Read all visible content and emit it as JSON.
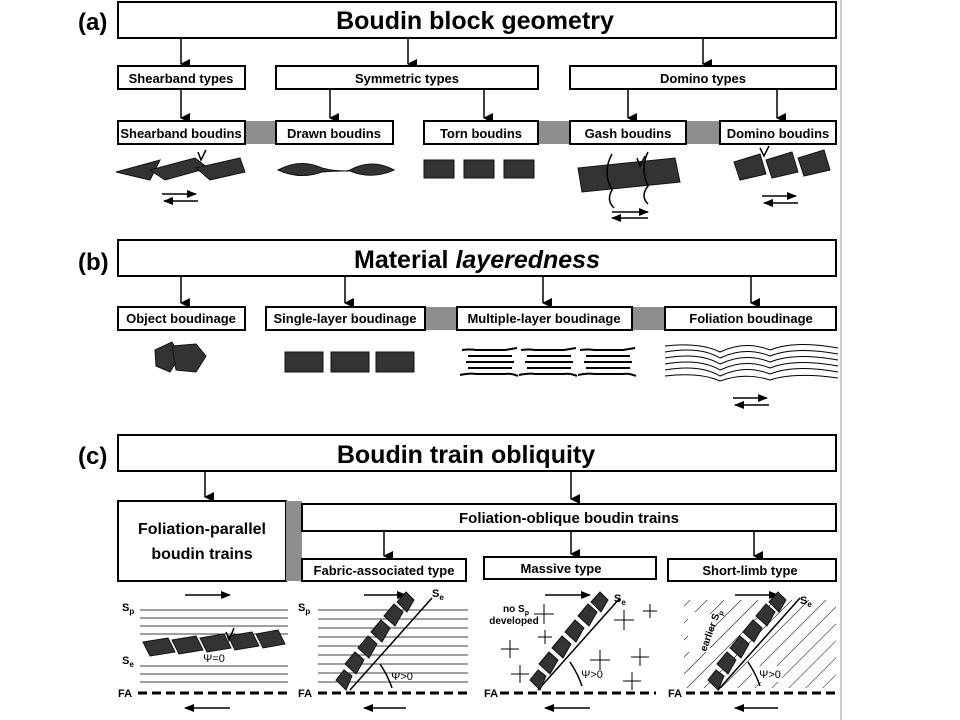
{
  "panels": {
    "a": {
      "letter": "(a)",
      "title": "Boudin block geometry",
      "groups": [
        "Shearband types",
        "Symmetric types",
        "Domino types"
      ],
      "types": [
        "Shearband boudins",
        "Drawn boudins",
        "Torn boudins",
        "Gash boudins",
        "Domino  boudins"
      ]
    },
    "b": {
      "letter": "(b)",
      "title_main": "Material ",
      "title_italic": "layeredness",
      "types": [
        "Object boudinage",
        "Single-layer boudinage",
        "Multiple-layer boudinage",
        "Foliation boudinage"
      ]
    },
    "c": {
      "letter": "(c)",
      "title": "Boudin train obliquity",
      "parallel_line1": "Foliation-parallel",
      "parallel_line2": "boudin trains",
      "oblique": "Foliation-oblique boudin trains",
      "types": [
        "Fabric-associated type",
        "Massive type",
        "Short-limb type"
      ],
      "labels": {
        "sp": "S",
        "sp_sub": "p",
        "se": "S",
        "se_sub": "e",
        "fa": "FA",
        "psi_zero": "Ψ=0",
        "psi_pos": "Ψ>0",
        "no_sp_1": "no S",
        "no_sp_sub": "p",
        "no_sp_2": "developed",
        "earlier_sp": "earlier S",
        "earlier_sp_sub": "p"
      }
    }
  }
}
